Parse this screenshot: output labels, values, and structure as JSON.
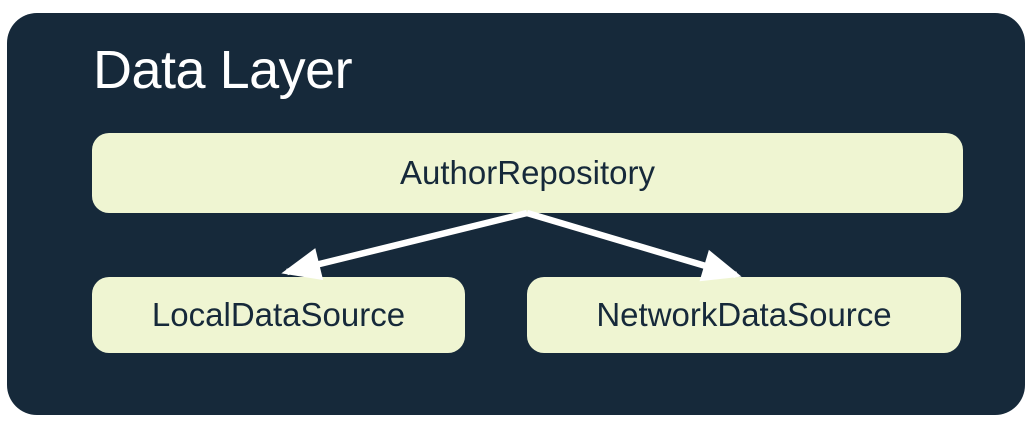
{
  "diagram": {
    "title": "Data Layer",
    "nodes": [
      {
        "id": "repository",
        "label": "AuthorRepository"
      },
      {
        "id": "local-data-source",
        "label": "LocalDataSource"
      },
      {
        "id": "network-data-source",
        "label": "NetworkDataSource"
      }
    ],
    "edges": [
      {
        "from": "AuthorRepository",
        "to": "LocalDataSource",
        "style": "arrow"
      },
      {
        "from": "AuthorRepository",
        "to": "NetworkDataSource",
        "style": "arrow"
      }
    ],
    "colors": {
      "page_background": "#FFFFFF",
      "container_background": "#16293A",
      "node_background": "#EFF5D2",
      "node_text": "#16293A",
      "title_text": "#FFFFFF",
      "arrow": "#FFFFFF"
    }
  }
}
